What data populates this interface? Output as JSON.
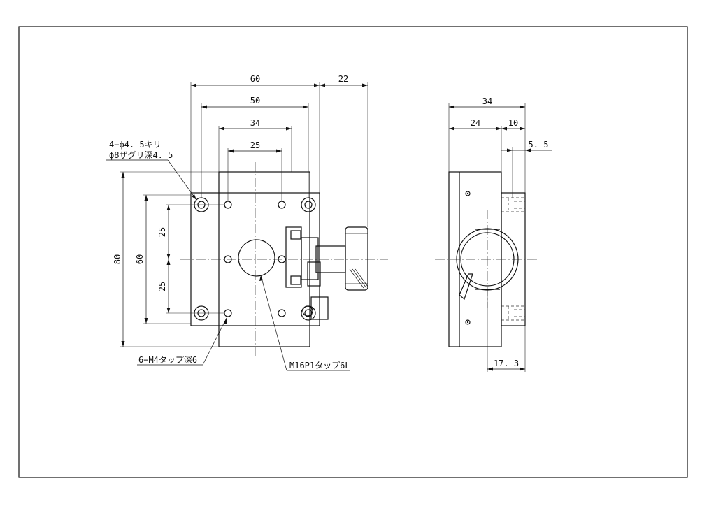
{
  "front_view": {
    "dims_horizontal": [
      "60",
      "50",
      "34",
      "25",
      "22"
    ],
    "dims_vertical": [
      "80",
      "60",
      "25",
      "25"
    ],
    "note_holes_line1": "4−ϕ4. 5キリ",
    "note_holes_line2": "ϕ8ザグリ深4. 5",
    "note_taps": "6−M4タップ深6",
    "note_center_tap": "M16P1タップ6L"
  },
  "side_view": {
    "dims_horizontal": [
      "34",
      "24",
      "10",
      "5. 5",
      "17. 3"
    ]
  }
}
